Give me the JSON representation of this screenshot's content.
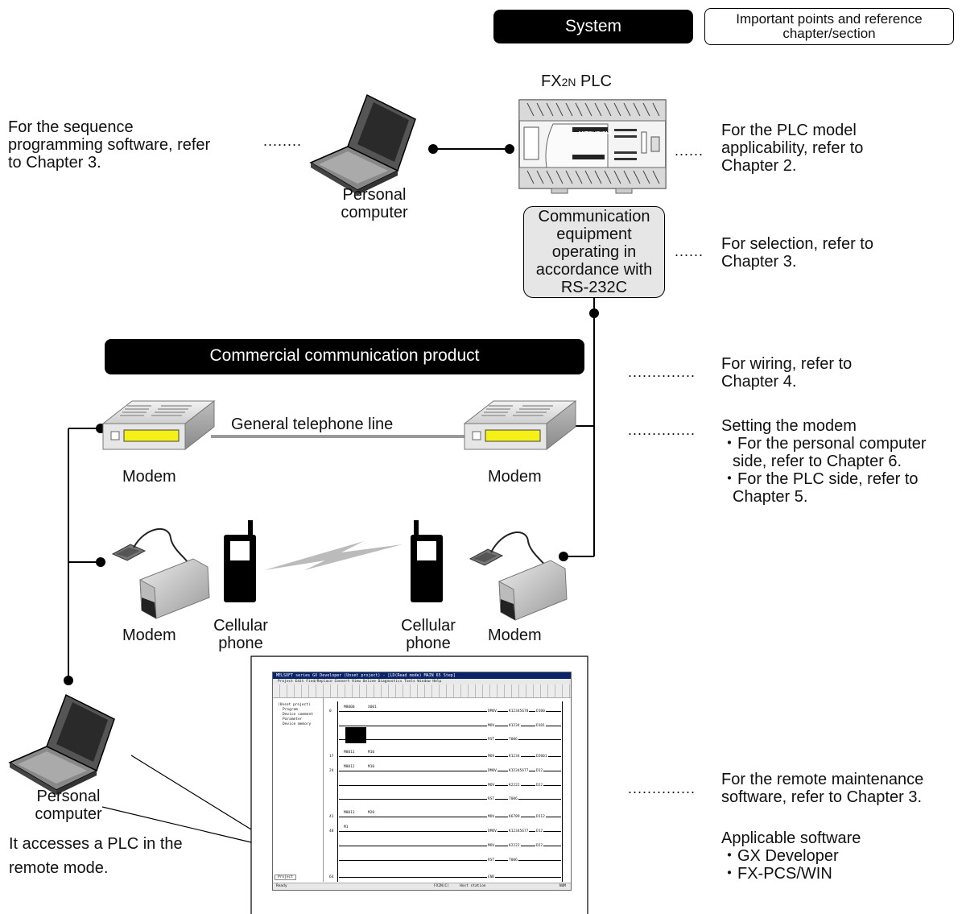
{
  "header": {
    "system_label": "System",
    "reference_label": "Important points and reference chapter/section"
  },
  "plc": {
    "label_prefix": "FX",
    "label_sub": "2N",
    "label_suffix": " PLC",
    "brand_text": "MITSUBISHI"
  },
  "left_notes": {
    "software_note": "For the sequence\nprogramming software, refer\nto Chapter 3.",
    "software_dots": "........"
  },
  "devices": {
    "pc_top_label": "Personal\ncomputer",
    "pc_bottom_label": "Personal\ncomputer",
    "pc_bottom_note": "It accesses a PLC in the\nremote mode.",
    "comm_equipment": "Communication\nequipment\noperating in\naccordance with\nRS-232C",
    "commercial_banner": "Commercial communication product",
    "phone_line_label": "General telephone line",
    "modem_label_left": "Modem",
    "modem_label_right": "Modem",
    "modem_label_left2": "Modem",
    "modem_label_right2": "Modem",
    "cell_label_left": "Cellular\nphone",
    "cell_label_right": "Cellular\nphone"
  },
  "right_notes": {
    "plc_note": "For the PLC model\napplicability, refer to\nChapter 2.",
    "plc_dots": "......",
    "selection_note": "For selection, refer to\nChapter 3.",
    "selection_dots": "......",
    "wiring_dots": "..............",
    "wiring_note": "For wiring, refer to\nChapter 4.",
    "modem_dots": "..............",
    "modem_title": "Setting the  modem",
    "modem_bullets": [
      "For the personal computer side, refer to Chapter 6.",
      "For the PLC side, refer to Chapter 5."
    ],
    "remote_dots": "..............",
    "remote_note": "For the remote maintenance\nsoftware, refer to Chapter 3.",
    "applicable_title": "Applicable software",
    "applicable_list": [
      "GX Developer",
      "FX-PCS/WIN"
    ]
  },
  "screenshot": {
    "title_bar": "MELSOFT series GX Developer (Unset project) - [LD(Read mode)    MAIN    65 Step]",
    "menu": "Project  Edit  Find/Replace  Convert  View  Online  Diagnostics  Tools  Window  Help",
    "tree": [
      "(Unset project)",
      "Program",
      "Device comment",
      "Parameter",
      "Device memory"
    ],
    "tree_tab": "Project",
    "status_left": "Ready",
    "status_mid": "FX2N(C)",
    "status_host": "Host station",
    "status_right": "NUM",
    "rungs": [
      {
        "step": "0",
        "c1": "M8000",
        "c2": "X001",
        "ins": "DMOV",
        "a1": "K12345678",
        "a2": "D100"
      },
      {
        "step": "",
        "c1": "",
        "c2": "",
        "ins": "MOV",
        "a1": "K1234",
        "a2": "D101"
      },
      {
        "step": "",
        "c1": "",
        "c2": "",
        "ins": "RST",
        "a1": "T006",
        "a2": ""
      },
      {
        "step": "17",
        "c1": "M8011",
        "c2": "M10",
        "ins": "MOV",
        "a1": "K1234",
        "a2": "D2001"
      },
      {
        "step": "24",
        "c1": "M8012",
        "c2": "M10",
        "ins": "DMOV",
        "a1": "K12345677",
        "a2": "D12"
      },
      {
        "step": "",
        "c1": "",
        "c2": "",
        "ins": "MOV",
        "a1": "K2222",
        "a2": "D22"
      },
      {
        "step": "",
        "c1": "",
        "c2": "",
        "ins": "RST",
        "a1": "T006",
        "a2": ""
      },
      {
        "step": "41",
        "c1": "M8013",
        "c2": "M20",
        "ins": "MOV",
        "a1": "K6789",
        "a2": "D112"
      },
      {
        "step": "48",
        "c1": "M1",
        "c2": "",
        "ins": "DMOV",
        "a1": "K12345677",
        "a2": "D12"
      },
      {
        "step": "",
        "c1": "",
        "c2": "",
        "ins": "MOV",
        "a1": "K2222",
        "a2": "D22"
      },
      {
        "step": "",
        "c1": "",
        "c2": "",
        "ins": "RST",
        "a1": "T006",
        "a2": ""
      },
      {
        "step": "64",
        "c1": "",
        "c2": "",
        "ins": "END",
        "a1": "",
        "a2": ""
      }
    ]
  }
}
